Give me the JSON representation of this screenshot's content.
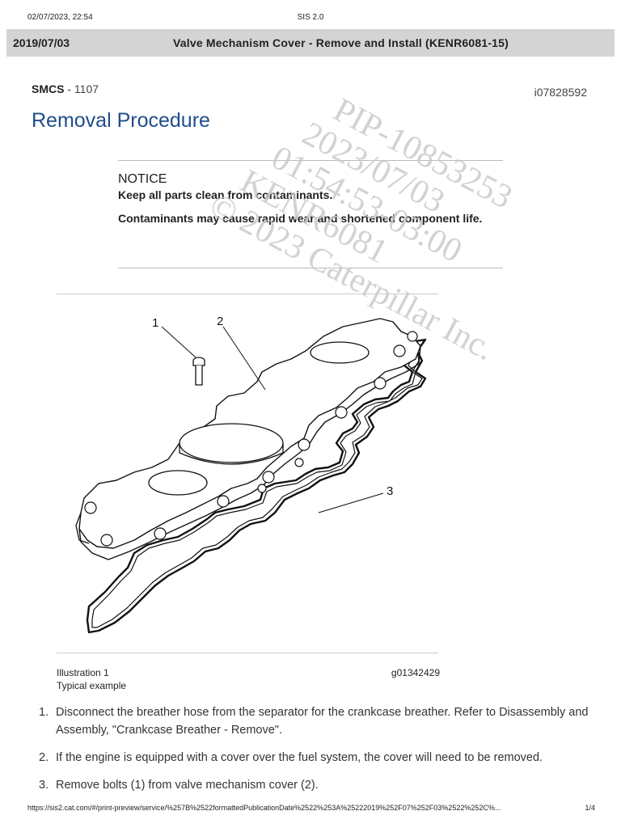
{
  "print_header": {
    "datetime": "02/07/2023, 22:54",
    "app": "SIS 2.0"
  },
  "title_bar": {
    "date": "2019/07/03",
    "title": "Valve Mechanism Cover - Remove and Install (KENR6081-15)"
  },
  "smcs": {
    "label": "SMCS",
    "separator": " - ",
    "code": "1107"
  },
  "doc_id": "i07828592",
  "section_heading": "Removal Procedure",
  "notice": {
    "title": "NOTICE",
    "paragraphs": [
      "Keep all parts clean from contaminants.",
      "Contaminants may cause rapid wear and shortened component life."
    ]
  },
  "illustration": {
    "callouts": [
      "1",
      "2",
      "3"
    ],
    "caption": "Illustration 1",
    "subcaption": "Typical example",
    "graphic_id": "g01342429"
  },
  "steps": [
    {
      "num": "1.",
      "text": "Disconnect the breather hose from the separator for the crankcase breather. Refer to Disassembly and Assembly, \"Crankcase Breather - Remove\"."
    },
    {
      "num": "2.",
      "text": "If the engine is equipped with a cover over the fuel system, the cover will need to be removed."
    },
    {
      "num": "3.",
      "text": "Remove bolts (1) from valve mechanism cover (2)."
    }
  ],
  "watermark": {
    "lines": [
      "PIP-10853253",
      "2023/07/03",
      "01:54:53-03:00",
      "KENR6081",
      "© 2023 Caterpillar Inc."
    ],
    "color": "#c8c8c8"
  },
  "print_footer": {
    "url": "https://sis2.cat.com/#/print-preview/service/%257B%2522formattedPublicationDate%2522%253A%25222019%252F07%252F03%2522%252C%...",
    "page": "1/4"
  }
}
